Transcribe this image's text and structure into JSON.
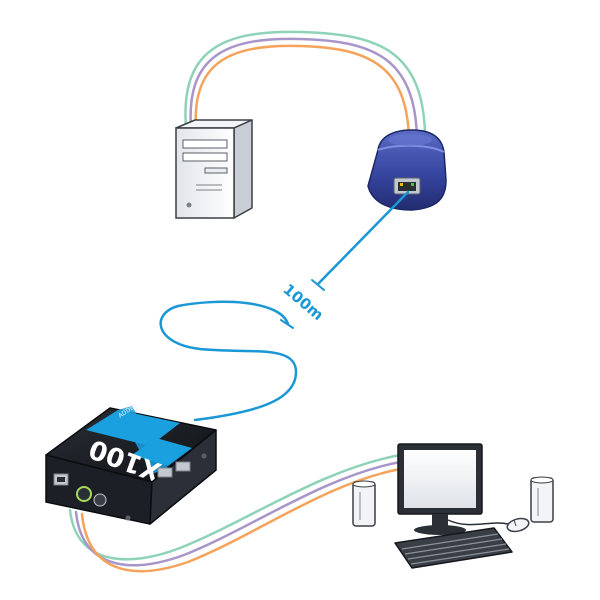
{
  "diagram": {
    "cable_length_label": "100m",
    "extender_brand": "X100",
    "extender_brand_small": "ADDER",
    "colors": {
      "cable_green": "#8ed3b7",
      "cable_purple": "#a895c9",
      "cable_orange": "#f5a35a",
      "cat_cable_blue": "#1a97d5",
      "extender_blue": "#1aa0df",
      "transmitter_blue": "#34439c"
    },
    "icons": [
      "computer-tower-icon",
      "transmitter-dongle-icon",
      "extender-receiver-icon",
      "workstation-monitor-icon",
      "speaker-icon",
      "keyboard-icon",
      "mouse-icon"
    ]
  }
}
